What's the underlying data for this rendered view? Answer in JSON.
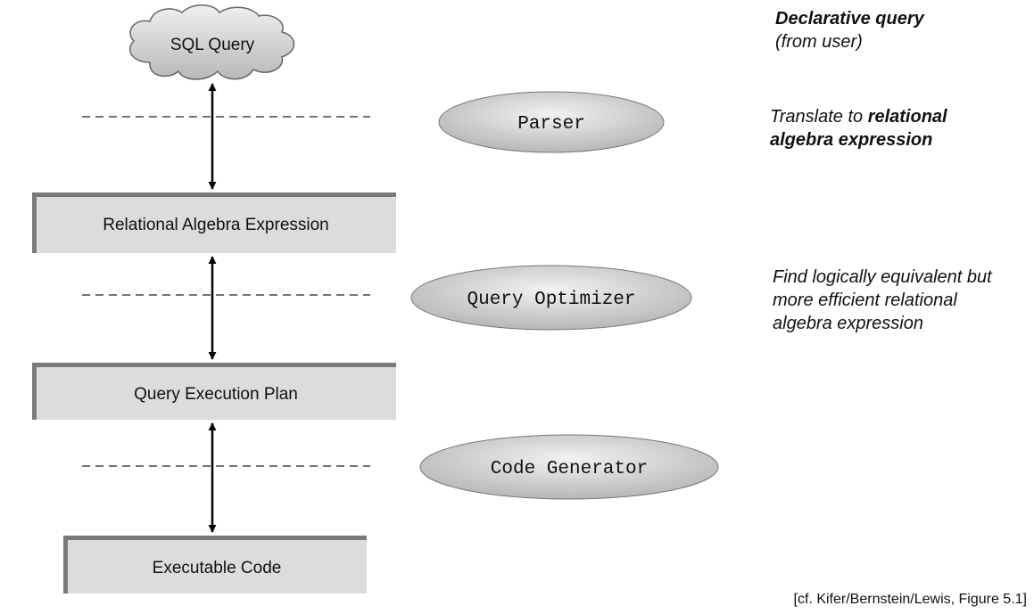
{
  "diagram": {
    "stages": [
      {
        "label": "SQL Query"
      },
      {
        "label": "Relational Algebra Expression"
      },
      {
        "label": "Query Execution Plan"
      },
      {
        "label": "Executable Code"
      }
    ],
    "components": [
      {
        "label": "Parser"
      },
      {
        "label": "Query Optimizer"
      },
      {
        "label": "Code Generator"
      }
    ]
  },
  "annotations": {
    "declarative": {
      "bold": "Declarative query",
      "rest": "(from user)"
    },
    "translate": {
      "prefix": "Translate to ",
      "bold": "relational algebra expression"
    },
    "optimize": {
      "text": "Find logically equivalent but more efficient relational algebra expression"
    }
  },
  "citation": "[cf. Kifer/Bernstein/Lewis, Figure 5.1]"
}
